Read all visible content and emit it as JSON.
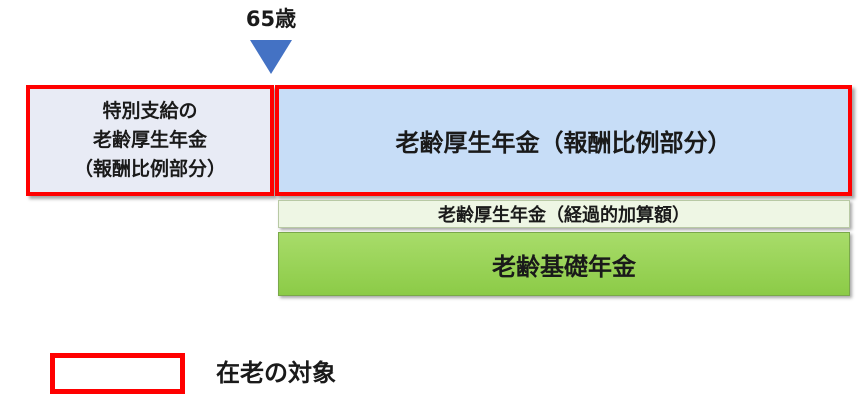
{
  "age_marker": {
    "label": "65歳",
    "color": "#4472c4"
  },
  "blocks": {
    "special_benefit": {
      "lines": [
        "特別支給の",
        "老齢厚生年金",
        "（報酬比例部分）"
      ],
      "fill": "#e8ebf5",
      "border": "#ff0000"
    },
    "earnings_related": {
      "label": "老齢厚生年金（報酬比例部分）",
      "fill": "#c7ddf7",
      "border": "#ff0000"
    },
    "transitional_addition": {
      "label": "老齢厚生年金（経過的加算額）",
      "fill": "#eef6e4"
    },
    "basic_pension": {
      "label": "老齢基礎年金",
      "fill": "#8ccb47"
    }
  },
  "legend": {
    "label": "在老の対象",
    "border": "#ff0000"
  }
}
